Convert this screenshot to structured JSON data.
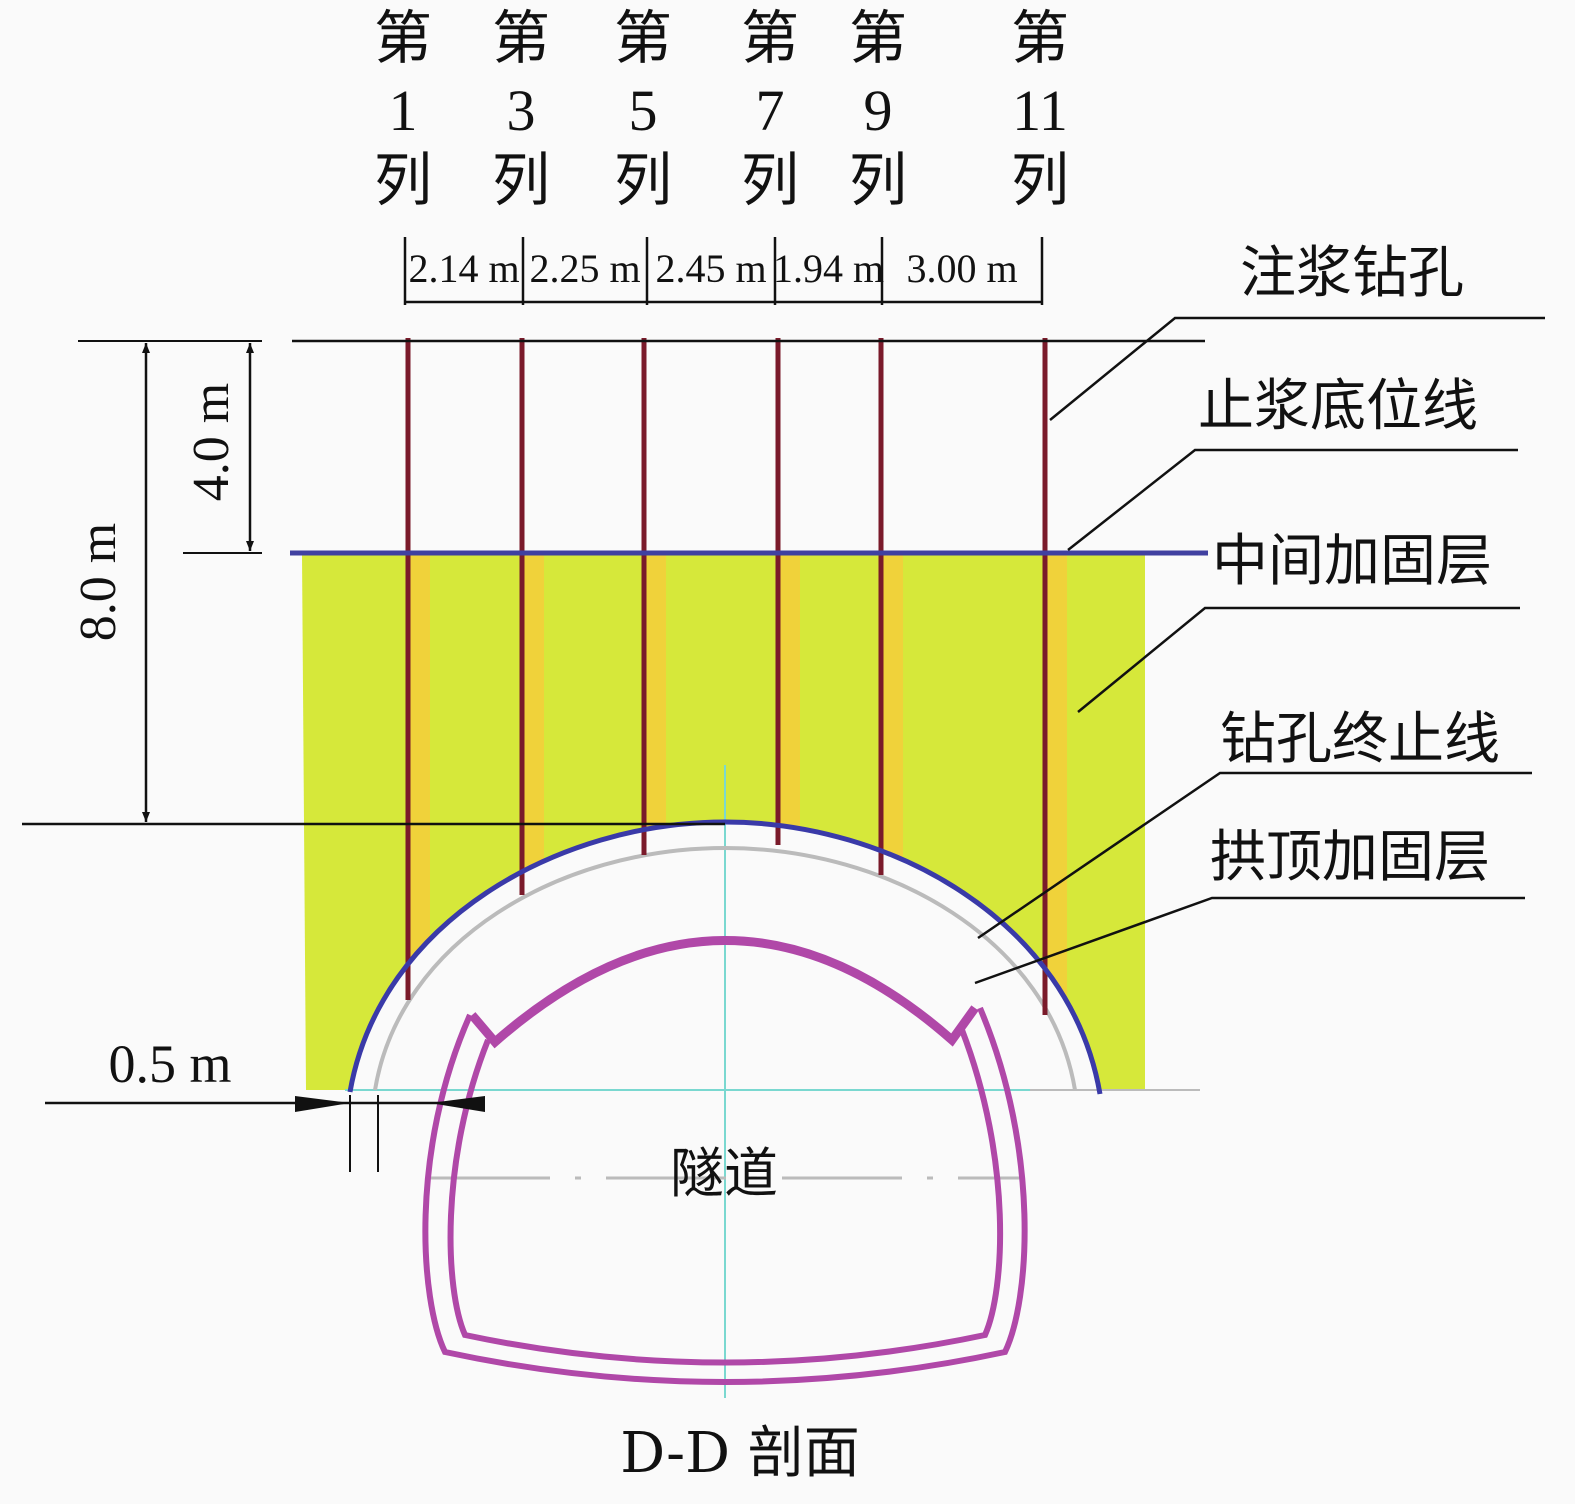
{
  "columns": [
    {
      "top": "第",
      "num": "1",
      "bottom": "列"
    },
    {
      "top": "第",
      "num": "3",
      "bottom": "列"
    },
    {
      "top": "第",
      "num": "5",
      "bottom": "列"
    },
    {
      "top": "第",
      "num": "7",
      "bottom": "列"
    },
    {
      "top": "第",
      "num": "9",
      "bottom": "列"
    },
    {
      "top": "第",
      "num": "11",
      "bottom": "列"
    }
  ],
  "spacings": [
    "2.14 m",
    "2.25 m",
    "2.45 m",
    "1.94 m",
    "3.00 m"
  ],
  "labels": {
    "grout_hole": "注浆钻孔",
    "grout_stop_line": "止浆底位线",
    "middle_layer": "中间加固层",
    "drill_end_line": "钻孔终止线",
    "vault_layer": "拱顶加固层",
    "tunnel": "隧道",
    "section": "D-D 剖面"
  },
  "dimensions": {
    "total_depth": "8.0 m",
    "stop_depth": "4.0 m",
    "thickness": "0.5 m"
  },
  "colors": {
    "fill": "#d6e83a",
    "stripe": "#f0d23a",
    "hole": "#7a1a2a",
    "stop_line": "#4040a0",
    "arch": "#3a3aa8",
    "tunnel": "#b048a8",
    "axis": "#7ad8d0"
  }
}
